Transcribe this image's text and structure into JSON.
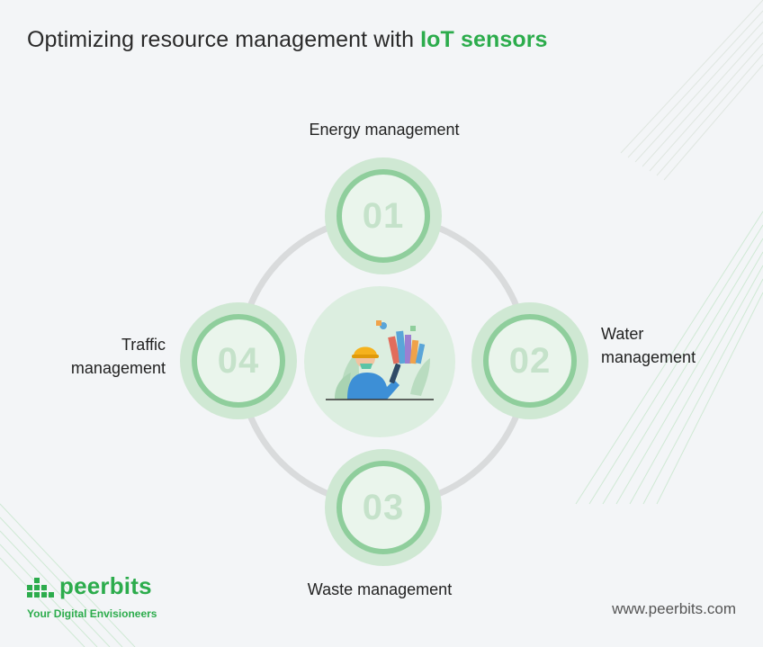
{
  "title": {
    "text": "Optimizing resource management with ",
    "highlight": "IoT sensors"
  },
  "steps": [
    {
      "number": "01",
      "label": "Energy management"
    },
    {
      "number": "02",
      "label_line1": "Water",
      "label_line2": "management"
    },
    {
      "number": "03",
      "label": "Waste management"
    },
    {
      "number": "04",
      "label_line1": "Traffic",
      "label_line2": "management"
    }
  ],
  "brand": {
    "name": "peerbits",
    "tagline": "Your Digital Envisioneers",
    "website": "www.peerbits.com"
  },
  "colors": {
    "accent": "#2cac4c",
    "ring": "#d9dbdc",
    "node_fill": "#cfe8d3",
    "node_border": "#8fce9c"
  },
  "illustration": "worker-with-tablet-and-city-buildings"
}
